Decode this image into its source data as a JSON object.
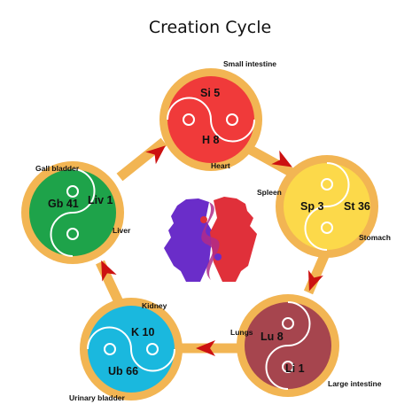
{
  "title": "Creation Cycle",
  "elements": {
    "fire": {
      "color": "#f03a3a",
      "top_point": "Si 5",
      "bottom_point": "H 8",
      "organ_top": "Small intestine",
      "organ_bottom": "Heart"
    },
    "earth": {
      "color": "#fcd94a",
      "left_point": "Sp 3",
      "right_point": "St 36",
      "organ_left": "Spleen",
      "organ_right": "Stomach"
    },
    "metal": {
      "color": "#a6454e",
      "top_point": "Lu 8",
      "bottom_point": "Li 1",
      "organ_left": "Lungs",
      "organ_bottom": "Large intestine"
    },
    "water": {
      "color": "#1ab8de",
      "top_point": "K 10",
      "bottom_point": "Ub 66",
      "organ_top": "Kidney",
      "organ_bottom": "Urinary bladder"
    },
    "wood": {
      "color": "#1ea34a",
      "left_point": "Gb 41",
      "right_point": "Liv 1",
      "organ_top": "Gall bladder",
      "organ_right": "Liver"
    }
  },
  "colors": {
    "ring": "#f2b553",
    "connector": "#f2b553",
    "arrow": "#cc1111"
  }
}
